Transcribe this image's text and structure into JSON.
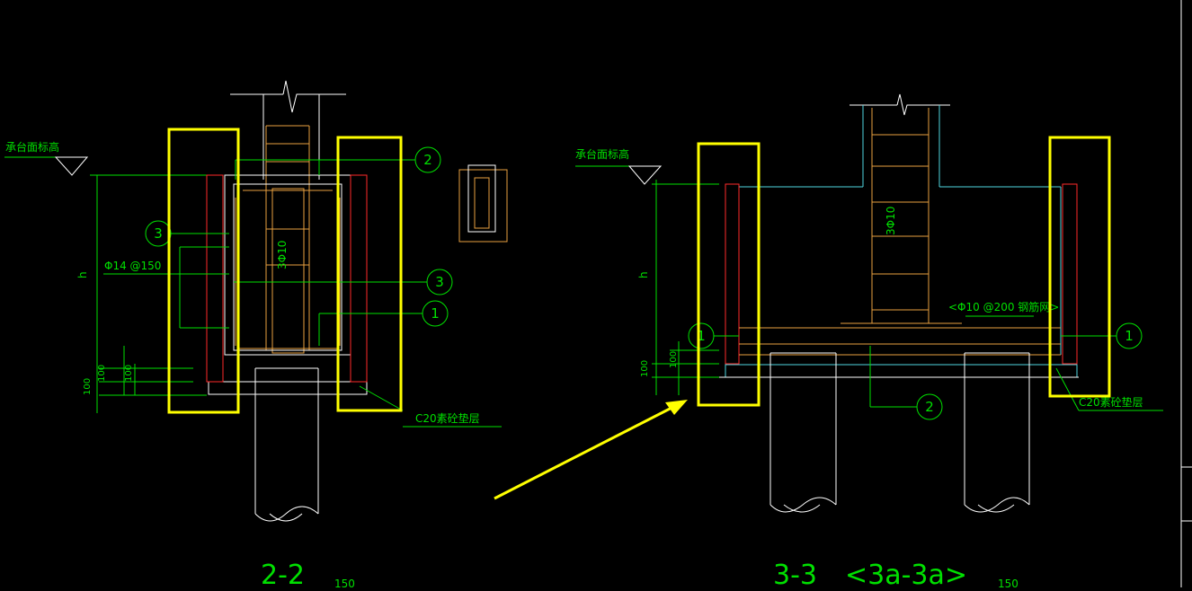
{
  "drawing": {
    "left_section": {
      "elevation_label": "承台面标高",
      "rebar_label": "Φ14 @150",
      "column_rebar_label": "3Φ10",
      "dim_h": "h",
      "dim_100a": "100",
      "dim_100b": "100",
      "dim_100c": "100",
      "cushion_label": "C20素砼垫层",
      "markers": [
        "2",
        "3",
        "3",
        "1"
      ],
      "title": "2-2",
      "scale": "150"
    },
    "right_section": {
      "elevation_label": "承台面标高",
      "column_rebar_label": "3Φ10",
      "mesh_label": "<Φ10 @200 钢筋网>",
      "dim_h": "h",
      "dim_100a": "100",
      "dim_100b": "100",
      "cushion_label": "C20素砼垫层",
      "markers": [
        "1",
        "1",
        "2"
      ],
      "title": "3-3",
      "subtitle": "<3a-3a>",
      "scale": "150"
    }
  },
  "colors": {
    "background": "#000000",
    "annotation": "#00e000",
    "outline": "#ffffff",
    "rebar": "#e8a040",
    "concrete_edge": "#4fd6e0",
    "hatch": "#ff2a2a",
    "highlight": "#ffff00"
  }
}
